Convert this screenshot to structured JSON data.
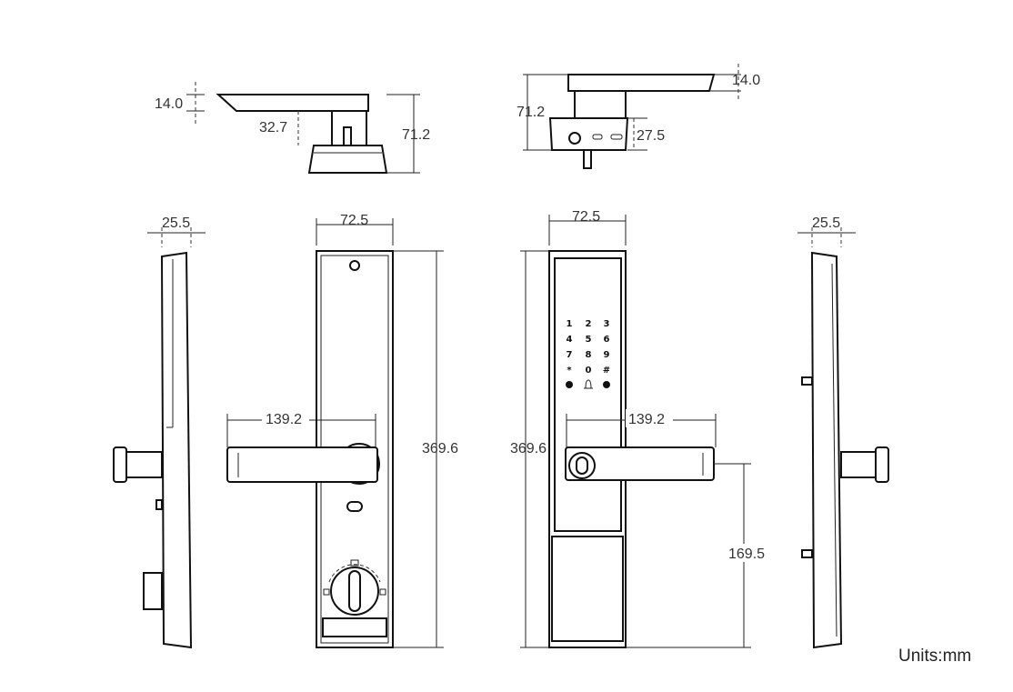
{
  "units_label": "Units:mm",
  "top_left_view": {
    "handle_thickness": "14.0",
    "stem_offset": "32.7",
    "total_height": "71.2"
  },
  "top_right_view": {
    "total_height": "71.2",
    "handle_thickness": "14.0",
    "base_height": "27.5"
  },
  "side_left_view": {
    "depth": "25.5"
  },
  "inner_front_view": {
    "width": "72.5",
    "height": "369.6",
    "handle_length": "139.2"
  },
  "outer_front_view": {
    "width": "72.5",
    "height": "369.6",
    "handle_length": "139.2",
    "handle_height_from_bottom": "169.5",
    "keypad": [
      "1",
      "2",
      "3",
      "4",
      "5",
      "6",
      "7",
      "8",
      "9",
      "*",
      "0",
      "#"
    ]
  },
  "side_right_view": {
    "depth": "25.5"
  }
}
